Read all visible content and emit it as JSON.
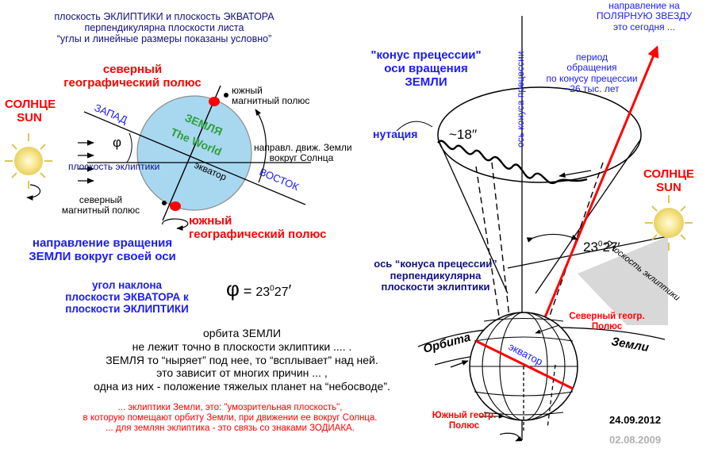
{
  "left": {
    "header": [
      "плоскость ЭКЛИПТИКИ и плоскость ЭКВАТОРА",
      "перпендикулярна плоскости листа",
      "“углы и линейные размеры показаны условно”"
    ],
    "north_geo_pole": [
      "северный",
      "географический полюс"
    ],
    "south_mag_pole": [
      "южный",
      "магнитный полюс"
    ],
    "sun": [
      "СОЛНЦЕ",
      "SUN"
    ],
    "west": "ЗАПАД",
    "east": "ВОСТОК",
    "phi": "φ",
    "earth_ru": "ЗЕМЛЯ",
    "earth_en": "The World",
    "ecliptic_plane": "плоскость эклиптики",
    "equator": "экватор",
    "earth_motion": [
      "направл. движ. Земли",
      "вокруг Солнца"
    ],
    "north_mag_pole": [
      "северный",
      "магнитный полюс"
    ],
    "south_geo_pole": [
      "южный",
      "географический полюс"
    ],
    "rotation_dir": [
      "направление вращения",
      "ЗЕМЛИ вокруг своей оси"
    ],
    "tilt_label": [
      "угол наклона",
      "плоскости ЭКВАТОРА к",
      "плоскости ЭКЛИПТИКИ"
    ],
    "tilt_formula": [
      "φ",
      " = ",
      "23",
      "0",
      "27",
      "′"
    ]
  },
  "bottom": {
    "orbit_note": [
      "орбита ЗЕМЛИ",
      "не лежит точно в плоскости эклиптики .... .",
      "ЗЕМЛЯ то “ныряет” под нее, то “всплывает” над ней.",
      "это зависит от многих причин ... ,",
      "одна из них - положение тяжелых планет на “небосводе”."
    ],
    "ecliptic_note": [
      "... эклиптики Земли, это: \"умозрительная плоскость\",",
      "в которую помещают орбиту Земли, при движении ее вокруг Солнца.",
      "... для землян эклиптика - это связь со знаками ЗОДИАКА."
    ],
    "date_current": "24.09.2012",
    "date_old": "02.08.2009"
  },
  "right": {
    "cone_title": [
      "\"конус прецессии\"",
      "оси вращения",
      "ЗЕМЛИ"
    ],
    "cone_axis_vertical": "ось конуса прецессии",
    "polaris": [
      "направление на",
      "ПОЛЯРНУЮ ЗВЕЗДУ",
      "это сегодня   ..."
    ],
    "period": [
      "период",
      "обращения",
      "по конусу прецессии",
      "~26 тыс. лет"
    ],
    "nutation": "нутация",
    "nutation_angle": "~18′′",
    "sun": [
      "СОЛНЦЕ",
      "SUN"
    ],
    "angle": [
      "23",
      "0",
      "27",
      "′"
    ],
    "cone_axis_note": [
      "ось “конуса прецессии”",
      "перпендикулярна",
      "плоскости эклиптики"
    ],
    "ecliptic_plane": "Плоскость эклиптики",
    "north_geo_pole": [
      "Северный геогр.",
      "Полюс"
    ],
    "orbit_word1": "Орбита",
    "orbit_word2": "Земли",
    "equator": "экватор",
    "south_geo_pole": [
      "Южный геогр.",
      "Полюс"
    ]
  },
  "colors": {
    "blue_text": "#1a1aff",
    "navy_text": "#101080",
    "red_text": "#ff0000",
    "earth_fill": "#a8d8f0",
    "earth_label": "#2e9e3a",
    "sun_fill": "#f0e070",
    "plane_fill": "#d8d8d8",
    "date_old": "#b0b0b0"
  }
}
